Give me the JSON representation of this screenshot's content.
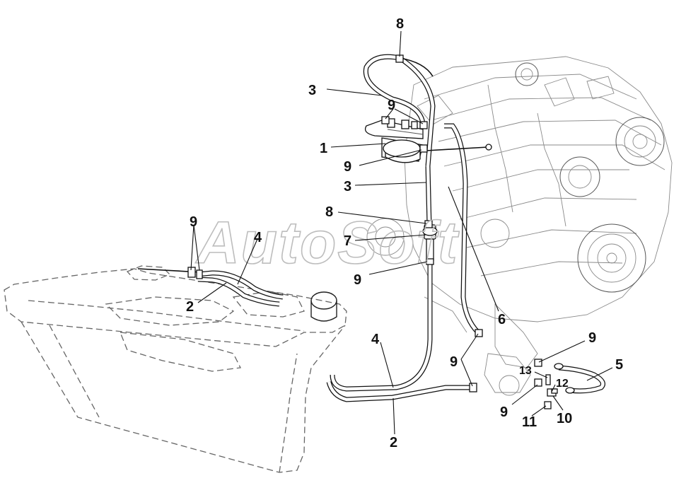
{
  "watermark": "AutoSoft",
  "callouts": {
    "c1": "1",
    "c2a": "2",
    "c2b": "2",
    "c3a": "3",
    "c3b": "3",
    "c4a": "4",
    "c4b": "4",
    "c5": "5",
    "c6": "6",
    "c7": "7",
    "c8a": "8",
    "c8b": "8",
    "c9a": "9",
    "c9b": "9",
    "c9c": "9",
    "c9d": "9",
    "c9e": "9",
    "c9f": "9",
    "c9g": "9",
    "c10": "10",
    "c11": "11",
    "c12": "12",
    "c13": "13"
  }
}
